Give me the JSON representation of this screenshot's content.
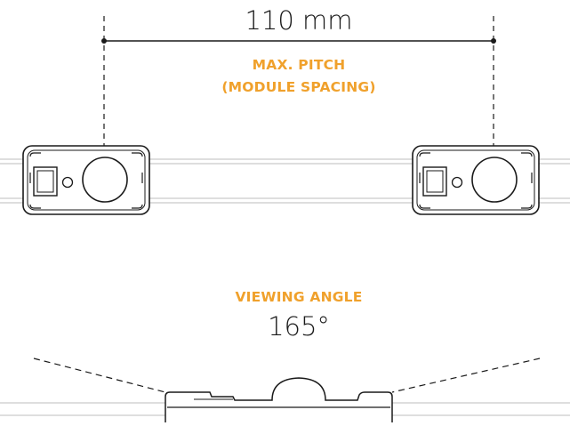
{
  "pitch": {
    "value": "110 mm",
    "label_line1": "MAX. PITCH",
    "label_line2": "(MODULE SPACING)"
  },
  "viewing_angle": {
    "label": "VIEWING ANGLE",
    "value": "165°"
  },
  "colors": {
    "accent": "#f0a12c",
    "line": "#1a1a1a",
    "rail": "#bdbdbd"
  }
}
